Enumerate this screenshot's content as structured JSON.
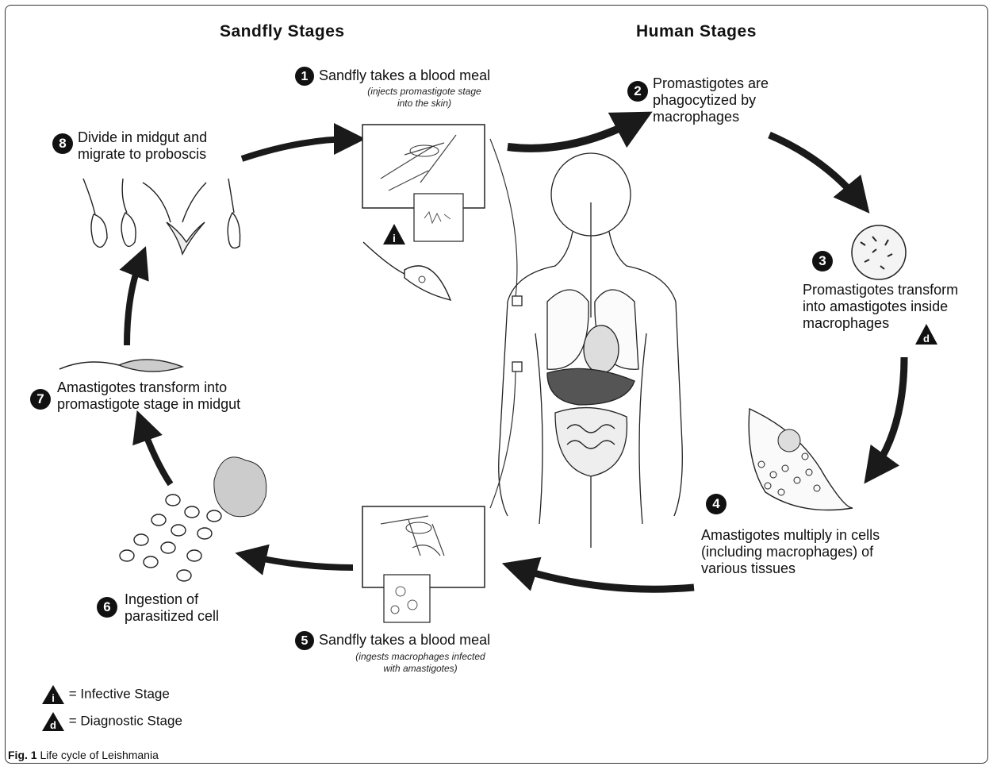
{
  "headers": {
    "sandfly": "Sandfly Stages",
    "human": "Human Stages"
  },
  "steps": [
    {
      "num": "1",
      "text": "Sandfly takes a blood meal",
      "sub": [
        "(injects promastigote stage",
        "into the skin)"
      ]
    },
    {
      "num": "2",
      "text": [
        "Promastigotes are",
        "phagocytized by",
        "macrophages"
      ]
    },
    {
      "num": "3",
      "text": [
        "Promastigotes transform",
        "into amastigotes inside",
        "macrophages"
      ]
    },
    {
      "num": "4",
      "text": [
        "Amastigotes multiply in cells",
        "(including macrophages) of",
        "various tissues"
      ]
    },
    {
      "num": "5",
      "text": "Sandfly takes a blood meal",
      "sub": [
        "(ingests macrophages infected",
        "with amastigotes)"
      ]
    },
    {
      "num": "6",
      "text": [
        "Ingestion of",
        "parasitized cell"
      ]
    },
    {
      "num": "7",
      "text": [
        "Amastigotes transform into",
        "promastigote stage in midgut"
      ]
    },
    {
      "num": "8",
      "text": [
        "Divide in midgut and",
        "migrate to proboscis"
      ]
    }
  ],
  "markers": {
    "infective": "i",
    "diagnostic": "d"
  },
  "legend": {
    "infective": "= Infective Stage",
    "diagnostic": "= Diagnostic Stage"
  },
  "caption": {
    "label": "Fig. 1",
    "text": "Life cycle of Leishmania"
  },
  "colors": {
    "ink": "#111111",
    "arrow": "#1a1a1a",
    "frame": "#333333"
  }
}
